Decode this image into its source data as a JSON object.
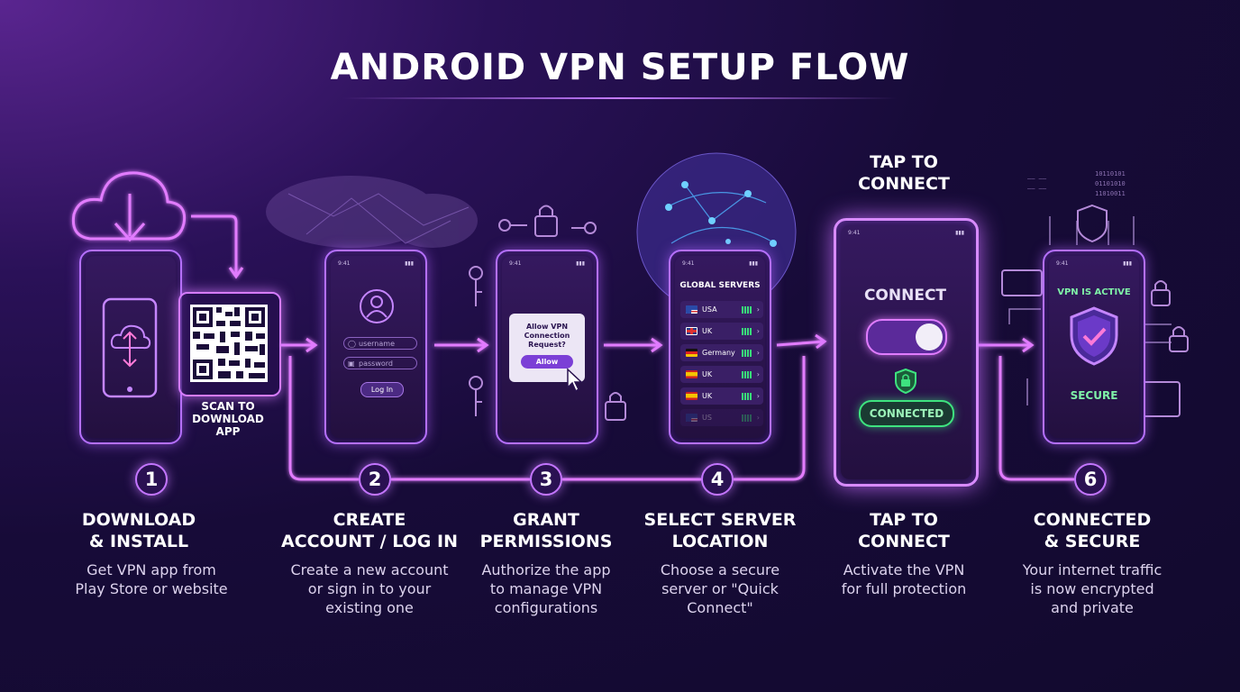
{
  "title": "ANDROID VPN SETUP FLOW",
  "colors": {
    "accent": "#c57cff",
    "success": "#3ee37f",
    "bg": "#170b38"
  },
  "qr": {
    "caption_line1": "SCAN TO",
    "caption_line2": "DOWNLOAD",
    "caption_line3": "APP"
  },
  "screens": {
    "login": {
      "username_placeholder": "username",
      "password_placeholder": "password",
      "button": "Log In"
    },
    "permission": {
      "line1": "Allow VPN",
      "line2": "Connection",
      "line3": "Request?",
      "button": "Allow"
    },
    "servers": {
      "header": "GLOBAL SERVERS",
      "rows": [
        {
          "name": "USA",
          "flag": "us-flag"
        },
        {
          "name": "UK",
          "flag": "uk-flag"
        },
        {
          "name": "Germany",
          "flag": "germany-flag"
        },
        {
          "name": "UK",
          "flag": "spain-flag"
        },
        {
          "name": "UK",
          "flag": "spain-flag"
        },
        {
          "name": "US",
          "flag": "us-flag"
        }
      ]
    },
    "connect": {
      "callout_line1": "TAP TO",
      "callout_line2": "CONNECT",
      "label": "CONNECT",
      "status": "CONNECTED"
    },
    "secure": {
      "active": "VPN IS ACTIVE",
      "secure": "SECURE"
    }
  },
  "steps": [
    {
      "number": "1",
      "title_line1": "DOWNLOAD",
      "title_line2": "& INSTALL",
      "desc_line1": "Get VPN app from",
      "desc_line2": "Play Store or website",
      "desc_line3": ""
    },
    {
      "number": "2",
      "title_line1": "CREATE",
      "title_line2": "ACCOUNT / LOG IN",
      "desc_line1": "Create a new account",
      "desc_line2": "or sign in to your",
      "desc_line3": "existing one"
    },
    {
      "number": "3",
      "title_line1": "GRANT",
      "title_line2": "PERMISSIONS",
      "desc_line1": "Authorize the app",
      "desc_line2": "to manage VPN",
      "desc_line3": "configurations"
    },
    {
      "number": "4",
      "title_line1": "SELECT SERVER",
      "title_line2": "LOCATION",
      "desc_line1": "Choose a secure",
      "desc_line2": "server or \"Quick",
      "desc_line3": "Connect\""
    },
    {
      "number": "",
      "title_line1": "TAP TO",
      "title_line2": "CONNECT",
      "desc_line1": "Activate the VPN",
      "desc_line2": "for full protection",
      "desc_line3": ""
    },
    {
      "number": "6",
      "title_line1": "CONNECTED",
      "title_line2": "& SECURE",
      "desc_line1": "Your internet traffic",
      "desc_line2": "is now encrypted",
      "desc_line3": "and private"
    }
  ]
}
